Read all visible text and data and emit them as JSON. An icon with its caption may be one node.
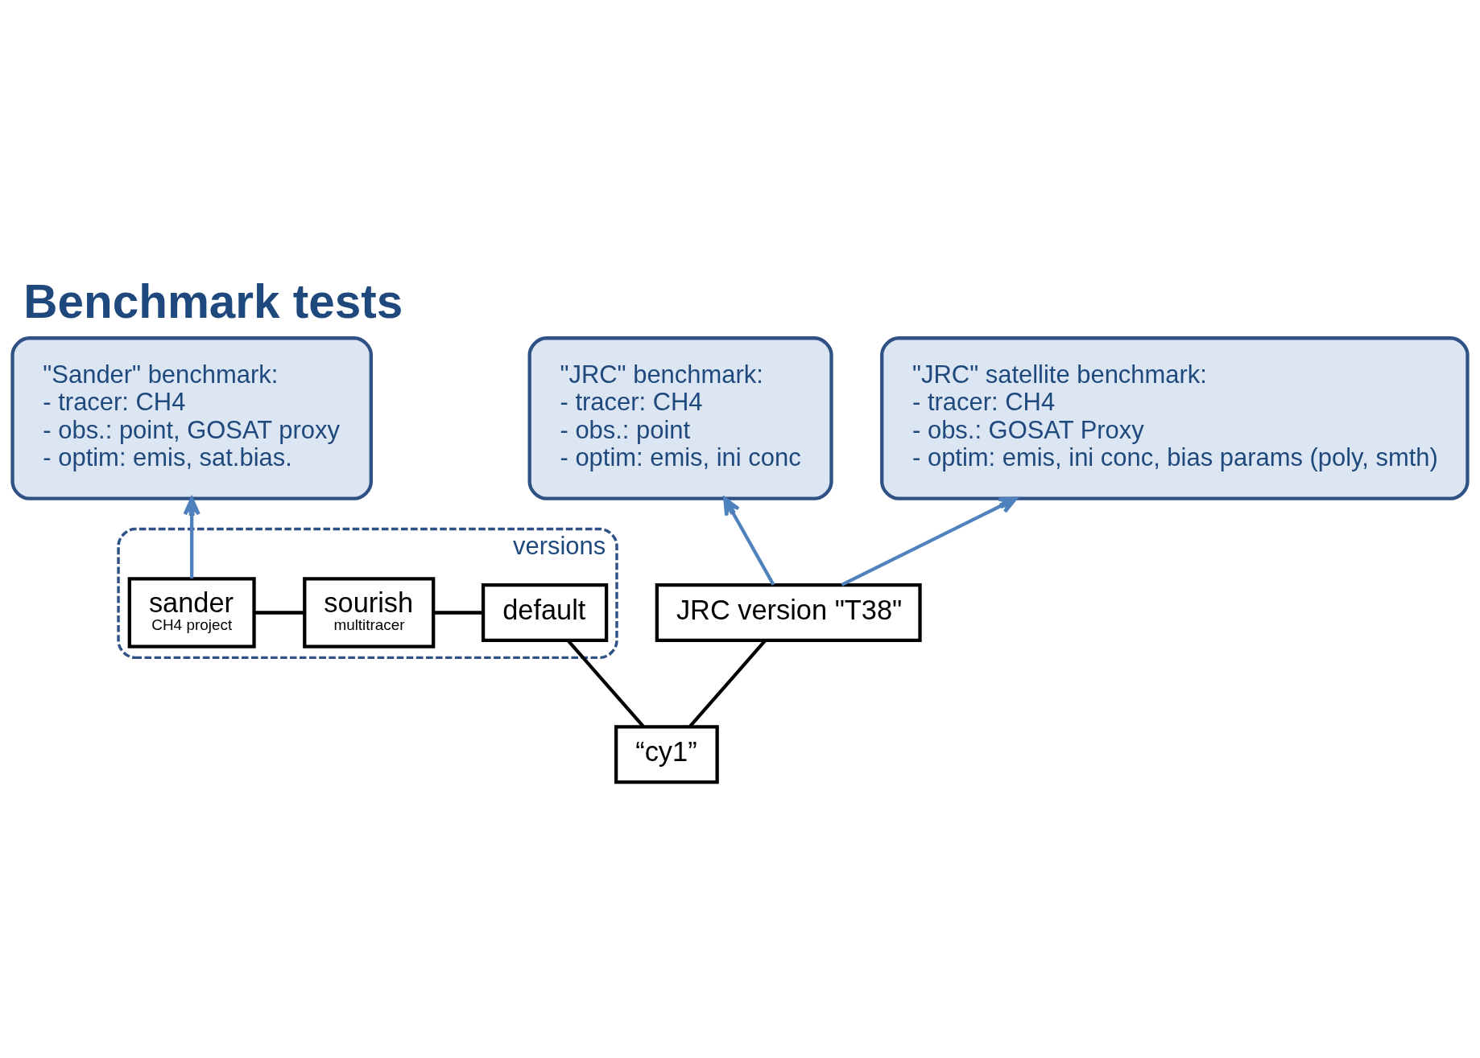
{
  "diagram": {
    "title": "Benchmark tests",
    "nodes": [
      {
        "text": [
          "versions"
        ]
      },
      {
        "text": [
          "default"
        ],
        "in": 0
      },
      {
        "text": [
          "sourish",
          "multitracer"
        ],
        "in": 0
      },
      {
        "text": [
          "sander",
          "CH4 project"
        ],
        "in": 0
      },
      {
        "text": [
          "JRC version \"T38\""
        ]
      },
      {
        "text": [
          "“cy1”"
        ]
      },
      {
        "text": [
          "\"Sander\" benchmark:",
          "- tracer: CH4",
          "- obs.: point, GOSAT proxy",
          "- optim: emis, sat.bias."
        ]
      },
      {
        "text": [
          "\"JRC\" benchmark:",
          "- tracer: CH4",
          "- obs.: point",
          "- optim: emis, ini conc"
        ]
      },
      {
        "text": [
          "\"JRC\" satellite benchmark:",
          "- tracer: CH4",
          "- obs.: GOSAT Proxy",
          "- optim: emis, ini conc, bias params (poly, smth)"
        ]
      }
    ],
    "edges": [
      {
        "from": 5,
        "to": 1,
        "arrow": "none"
      },
      {
        "from": 1,
        "to": 2,
        "arrow": "none"
      },
      {
        "from": 2,
        "to": 3,
        "arrow": "none"
      },
      {
        "from": 5,
        "to": 4,
        "arrow": "none"
      },
      {
        "from": 3,
        "to": 6,
        "arrow": "to",
        "color": "#4f81bd"
      },
      {
        "from": 4,
        "to": 7,
        "arrow": "to",
        "color": "#4f81bd"
      },
      {
        "from": 4,
        "to": 8,
        "arrow": "to",
        "color": "#4f81bd"
      }
    ]
  }
}
